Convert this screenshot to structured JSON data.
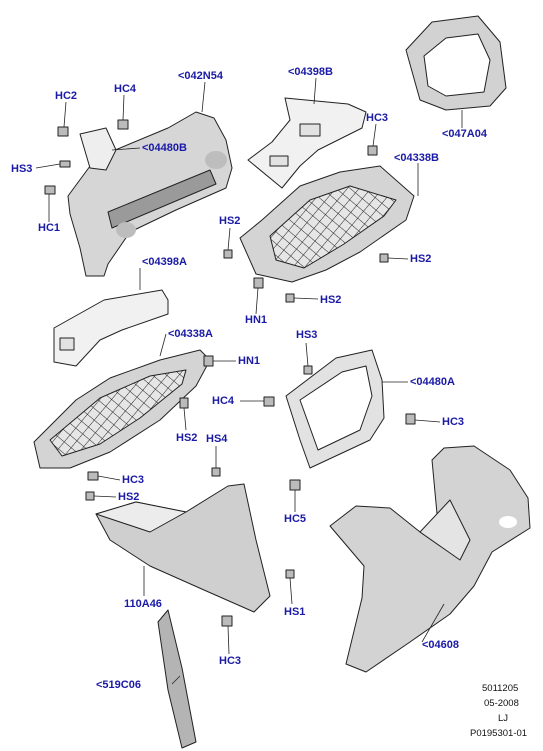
{
  "callouts": {
    "c042N54": "<042N54",
    "c04398B": "<04398B",
    "c047A04": "<047A04",
    "HC2_top": "HC2",
    "HC4_top": "HC4",
    "c04480B": "<04480B",
    "HS3_left": "HS3",
    "HC1": "HC1",
    "HC3_top": "HC3",
    "c04338B": "<04338B",
    "HS2_a": "HS2",
    "HS2_b": "HS2",
    "HN1_a": "HN1",
    "HS2_c": "HS2",
    "c04398A": "<04398A",
    "c04338A": "<04338A",
    "HN1_b": "HN1",
    "HS3_mid": "HS3",
    "HC4_mid": "HC4",
    "c04480A": "<04480A",
    "HS2_d": "HS2",
    "HS4": "HS4",
    "HC3_mid": "HC3",
    "HC3_left": "HC3",
    "HS2_e": "HS2",
    "HC5": "HC5",
    "c110A46": "110A46",
    "HS1": "HS1",
    "c04608": "<04608",
    "HC3_bottom": "HC3",
    "c519C06": "<519C06"
  },
  "footer": {
    "code": "5011205",
    "date": "05-2008",
    "initials": "LJ",
    "ref": "P0195301-01"
  },
  "colors": {
    "callout": "#1a1aa6",
    "part_fill_light": "#f1f1f1",
    "part_fill_mid": "#d9d9d9",
    "part_fill_dark": "#b4b4b4",
    "line": "#222222"
  }
}
